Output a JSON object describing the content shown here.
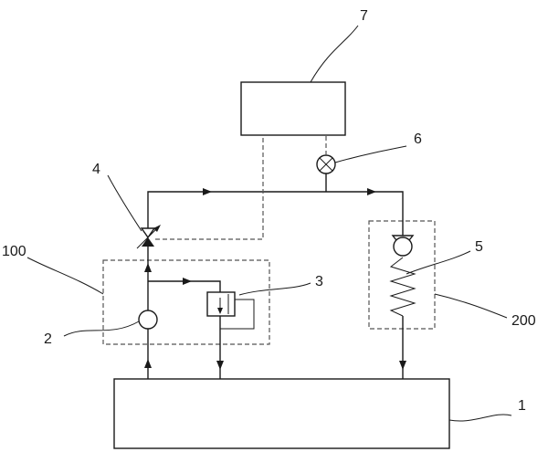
{
  "labels": {
    "tank": "1",
    "pump": "2",
    "relief_valve": "3",
    "three_way_valve": "4",
    "check_valve": "5",
    "flow_indicator": "6",
    "consumer": "7",
    "pump_module": "100",
    "check_module": "200"
  }
}
